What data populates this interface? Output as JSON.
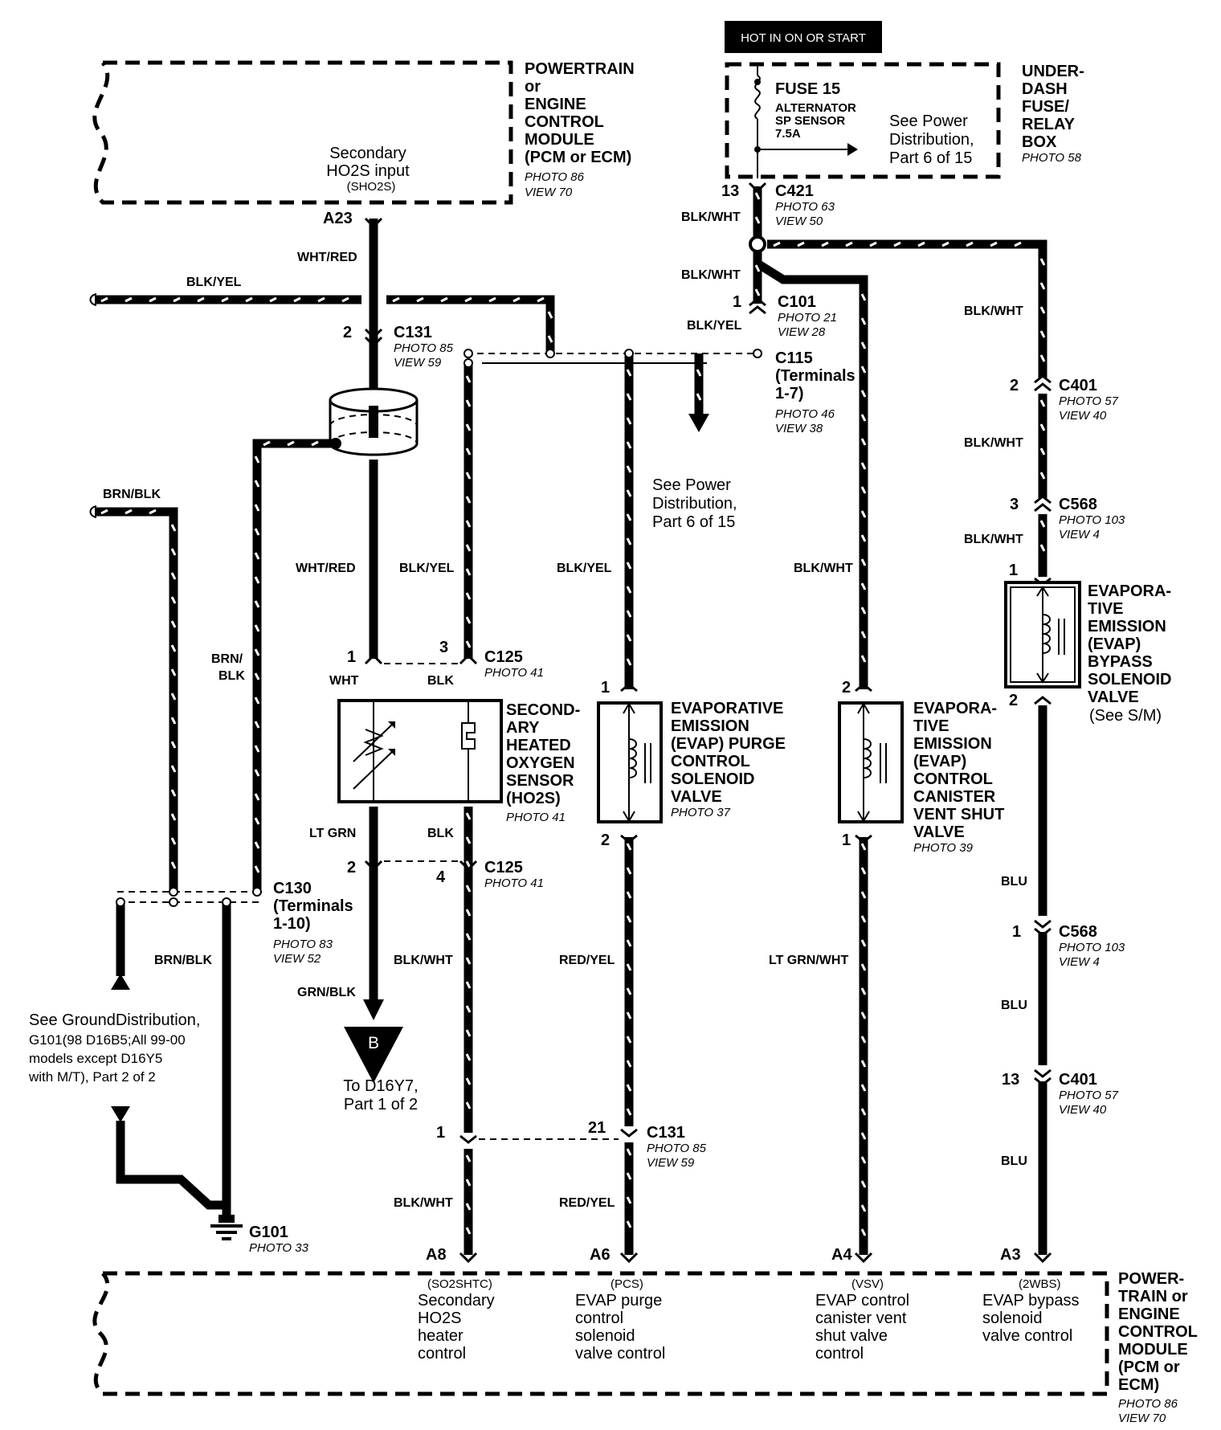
{
  "banner": "HOT IN ON OR START",
  "pcm_top": {
    "title_lines": [
      "POWERTRAIN",
      "or",
      "ENGINE",
      "CONTROL",
      "MODULE",
      "(PCM or ECM)"
    ],
    "photo": "PHOTO 86",
    "view": "VIEW 70",
    "input_label_lines": [
      "Secondary",
      "HO2S input"
    ],
    "input_code": "(SHO2S)",
    "pin": "A23"
  },
  "fuse_box": {
    "fuse_name": "FUSE 15",
    "fuse_desc_lines": [
      "ALTERNATOR",
      "SP SENSOR",
      "7.5A"
    ],
    "see_lines": [
      "See Power",
      "Distribution,",
      "Part 6 of 15"
    ],
    "box_lines": [
      "UNDER-",
      "DASH",
      "FUSE/",
      "RELAY",
      "BOX"
    ],
    "photo": "PHOTO 58"
  },
  "connectors": {
    "c421": {
      "pin": "13",
      "name": "C421",
      "photo": "PHOTO 63",
      "view": "VIEW 50"
    },
    "c101": {
      "pin": "1",
      "name": "C101",
      "photo": "PHOTO 21",
      "view": "VIEW 28"
    },
    "c115": {
      "name_lines": [
        "C115",
        "(Terminals",
        "1-7)"
      ],
      "photo": "PHOTO 46",
      "view": "VIEW 38"
    },
    "c131_top": {
      "pin": "2",
      "name": "C131",
      "photo": "PHOTO 85",
      "view": "VIEW 59"
    },
    "c401_top": {
      "pin": "2",
      "name": "C401",
      "photo": "PHOTO 57",
      "view": "VIEW 40"
    },
    "c568_top": {
      "pin": "3",
      "name": "C568",
      "photo": "PHOTO 103",
      "view": "VIEW 4"
    },
    "c125_top": {
      "pin_a": "1",
      "pin_b": "3",
      "name": "C125",
      "photo": "PHOTO 41"
    },
    "c125_bot": {
      "pin_a": "2",
      "pin_b": "4",
      "name": "C125",
      "photo": "PHOTO 41"
    },
    "c130": {
      "name_lines": [
        "C130",
        "(Terminals",
        "1-10)"
      ],
      "photo": "PHOTO 83",
      "view": "VIEW 52"
    },
    "c568_bot": {
      "pin": "1",
      "name": "C568",
      "photo": "PHOTO 103",
      "view": "VIEW 4"
    },
    "c401_bot": {
      "pin": "13",
      "name": "C401",
      "photo": "PHOTO 57",
      "view": "VIEW 40"
    },
    "c131_bot": {
      "pin_a": "1",
      "pin_b": "21",
      "name": "C131",
      "photo": "PHOTO 85",
      "view": "VIEW 59"
    }
  },
  "wires": {
    "blk_wht": "BLK/WHT",
    "blk_yel": "BLK/YEL",
    "wht_red": "WHT/RED",
    "brn_blk": "BRN/BLK",
    "brn_blk_split": [
      "BRN/",
      "BLK"
    ],
    "wht": "WHT",
    "blk": "BLK",
    "lt_grn": "LT GRN",
    "grn_blk": "GRN/BLK",
    "red_yel": "RED/YEL",
    "lt_grn_wht": "LT GRN/WHT",
    "blu": "BLU"
  },
  "see_power_mid": [
    "See Power",
    "Distribution,",
    "Part 6 of 15"
  ],
  "ho2s": {
    "lines": [
      "SECOND-",
      "ARY",
      "HEATED",
      "OXYGEN",
      "SENSOR",
      "(HO2S)"
    ],
    "photo": "PHOTO 41"
  },
  "purge": {
    "lines": [
      "EVAPORATIVE",
      "EMISSION",
      "(EVAP) PURGE",
      "CONTROL",
      "SOLENOID",
      "VALVE"
    ],
    "photo": "PHOTO 37",
    "pin_top": "1",
    "pin_bot": "2"
  },
  "vent": {
    "lines": [
      "EVAPORA-",
      "TIVE",
      "EMISSION",
      "(EVAP)",
      "CONTROL",
      "CANISTER",
      "VENT SHUT",
      "VALVE"
    ],
    "photo": "PHOTO 39",
    "pin_top": "2",
    "pin_bot": "1"
  },
  "bypass": {
    "lines": [
      "EVAPORA-",
      "TIVE",
      "EMISSION",
      "(EVAP)",
      "BYPASS",
      "SOLENOID",
      "VALVE"
    ],
    "note": "(See S/M)",
    "pin_top": "1",
    "pin_bot": "2"
  },
  "offpage": {
    "letter": "B",
    "lines": [
      "To D16Y7,",
      "Part 1 of 2"
    ]
  },
  "ground": {
    "see_lines": [
      "See GroundDistribution,",
      "G101(98 D16B5;All 99-00",
      "models except D16Y5",
      "with M/T), Part 2 of 2"
    ],
    "name": "G101",
    "photo": "PHOTO 33"
  },
  "pcm_bottom": {
    "title_lines": [
      "POWER-",
      "TRAIN or",
      "ENGINE",
      "CONTROL",
      "MODULE",
      "(PCM or",
      "ECM)"
    ],
    "photo": "PHOTO 86",
    "view": "VIEW 70",
    "pins": [
      {
        "pin": "A8",
        "code": "(SO2SHTC)",
        "lines": [
          "Secondary",
          "HO2S",
          "heater",
          "control"
        ]
      },
      {
        "pin": "A6",
        "code": "(PCS)",
        "lines": [
          "EVAP purge",
          "control",
          "solenoid",
          "valve control"
        ]
      },
      {
        "pin": "A4",
        "code": "(VSV)",
        "lines": [
          "EVAP control",
          "canister vent",
          "shut valve",
          "control"
        ]
      },
      {
        "pin": "A3",
        "code": "(2WBS)",
        "lines": [
          "EVAP bypass",
          "solenoid",
          "valve control"
        ]
      }
    ]
  }
}
